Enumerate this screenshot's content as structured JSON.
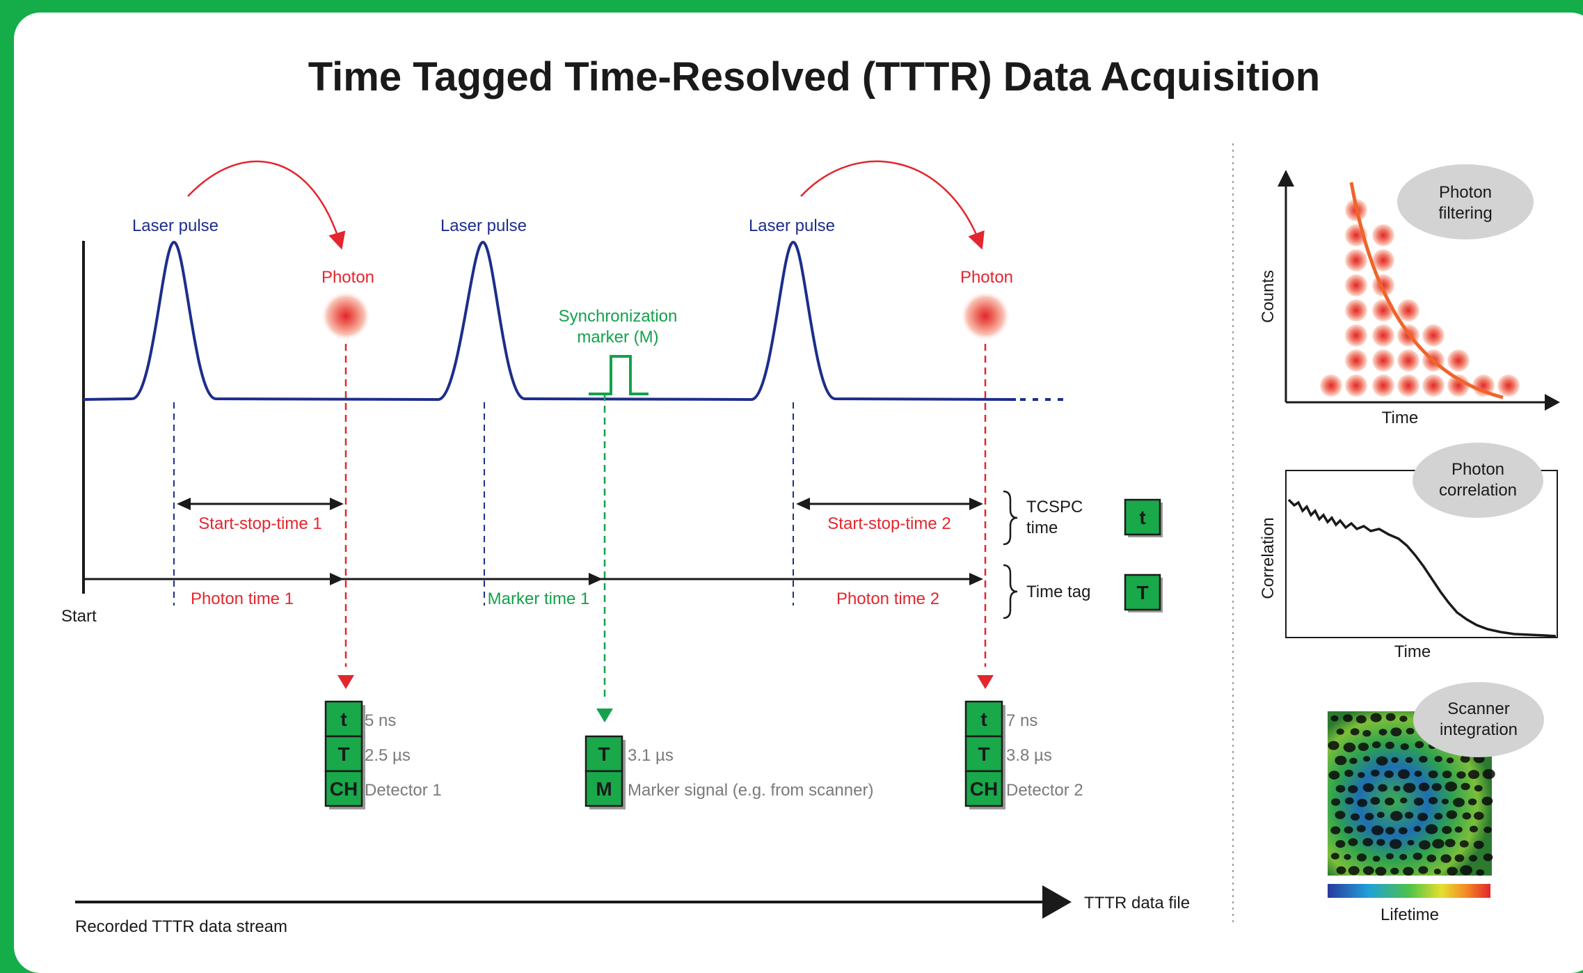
{
  "title": "Time Tagged Time-Resolved (TTTR) Data Acquisition",
  "colors": {
    "frame_green": "#14ad49",
    "box_green": "#19a84a",
    "laser_blue": "#1d2d8c",
    "photon_red": "#e3262d",
    "marker_green": "#13a14b",
    "decay_orange": "#f0642a",
    "bubble_gray": "#d3d3d3",
    "text_gray": "#7a7a7a"
  },
  "timeline": {
    "laser_pulse_label": "Laser pulse",
    "photon_label": "Photon",
    "sync_marker_label_line1": "Synchronization",
    "sync_marker_label_line2": "marker (M)",
    "start_label": "Start",
    "start_stop_1": "Start-stop-time 1",
    "start_stop_2": "Start-stop-time 2",
    "photon_time_1": "Photon time 1",
    "marker_time_1": "Marker time 1",
    "photon_time_2": "Photon time 2",
    "tcspc_line1": "TCSPC",
    "tcspc_line2": "time",
    "tcspc_box": "t",
    "time_tag_label": "Time tag",
    "time_tag_box": "T"
  },
  "records": [
    {
      "rows": [
        {
          "key": "t",
          "value": "5 ns"
        },
        {
          "key": "T",
          "value": "2.5 µs"
        },
        {
          "key": "CH",
          "value": "Detector 1"
        }
      ]
    },
    {
      "rows": [
        {
          "key": "T",
          "value": "3.1 µs"
        },
        {
          "key": "M",
          "value": "Marker signal (e.g. from scanner)"
        }
      ]
    },
    {
      "rows": [
        {
          "key": "t",
          "value": "7 ns"
        },
        {
          "key": "T",
          "value": "3.8 µs"
        },
        {
          "key": "CH",
          "value": "Detector 2"
        }
      ]
    }
  ],
  "stream": {
    "label": "Recorded TTTR data stream",
    "file_label": "TTTR data file"
  },
  "panels": {
    "filtering": {
      "bubble_line1": "Photon",
      "bubble_line2": "filtering",
      "ylabel": "Counts",
      "xlabel": "Time",
      "histogram_columns": [
        8,
        7,
        4,
        3,
        2,
        1
      ]
    },
    "correlation": {
      "bubble_line1": "Photon",
      "bubble_line2": "correlation",
      "ylabel": "Correlation",
      "xlabel": "Time"
    },
    "scanner": {
      "bubble_line1": "Scanner",
      "bubble_line2": "integration",
      "colorbar_label": "Lifetime"
    }
  }
}
